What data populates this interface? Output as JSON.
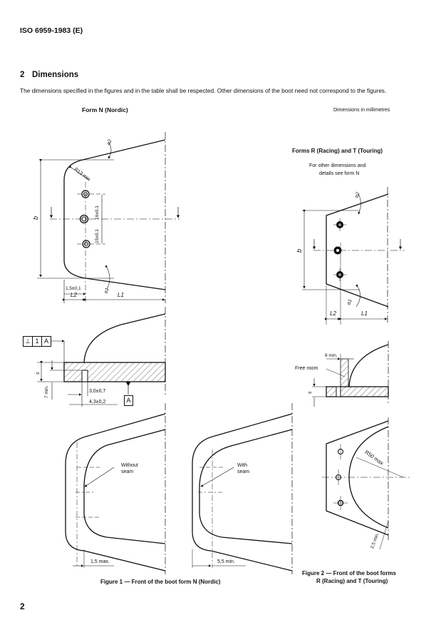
{
  "header": {
    "standard": "ISO 6959-1983 (E)"
  },
  "section": {
    "number": "2",
    "title": "Dimensions"
  },
  "paragraph": "The dimensions specified in the figures and in the table shall be respected. Other dimensions of the boot need not correspond to the figures.",
  "units_note": "Dimensions in millimetres",
  "figure1": {
    "heading": "Form N (Nordic)",
    "labels": {
      "b": "b",
      "alpha2": "α2",
      "alpha1": "α1",
      "radius": "R13 min",
      "hole_spacing_1": "16±0,1",
      "hole_spacing_2": "15±0,1",
      "offset": "1,5±0,1",
      "L2": "L2",
      "L1": "L1",
      "s": "s",
      "depth": "7 min.",
      "width_1": "3,0±0,7",
      "width_2": "4,3±0,2",
      "without_seam": "Without seam",
      "with_seam": "With seam",
      "max": "1,5 max.",
      "min": "5,5 min."
    },
    "tolerance_frame": [
      "⊥",
      "1",
      "A"
    ],
    "datum": "A",
    "caption": "Figure 1 — Front of the boot form N (Nordic)"
  },
  "figure2": {
    "heading": "Forms R (Racing) and T (Touring)",
    "note_line1": "For other dimensions and",
    "note_line2": "details see form N",
    "labels": {
      "b": "b",
      "alpha2": "α2",
      "alpha1": "α1",
      "L2": "L2",
      "L1": "L1",
      "min8": "8 min.",
      "free_room": "Free room",
      "s": "s",
      "radius": "R50 max",
      "min25": "2,5 min."
    },
    "caption_line1": "Figure 2 — Front of the boot forms",
    "caption_line2": "R (Racing) and T (Touring)"
  },
  "page_number": "2"
}
